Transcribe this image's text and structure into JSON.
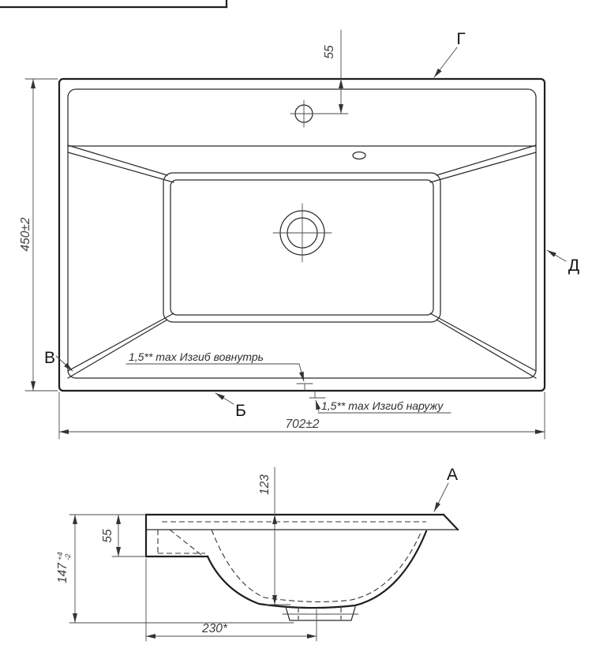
{
  "plan_view": {
    "point_labels": {
      "top": "Г",
      "right": "Д",
      "left": "В",
      "bottom": "Б"
    },
    "dimensions": {
      "faucet_hole_offset": "55",
      "overall_height": "450±2",
      "overall_width": "702±2"
    },
    "annotations": {
      "bow_inward": "1,5** max Изгиб вовнутрь",
      "bow_outward": "1,5** max Изгиб наружу"
    }
  },
  "section_view": {
    "point_labels": {
      "corner": "А"
    },
    "dimensions": {
      "bowl_depth": "123",
      "rim_height": "55",
      "overall_height": "147",
      "overall_height_tol_upper": "+4",
      "overall_height_tol_lower": "-2",
      "drain_offset": "230*"
    }
  }
}
